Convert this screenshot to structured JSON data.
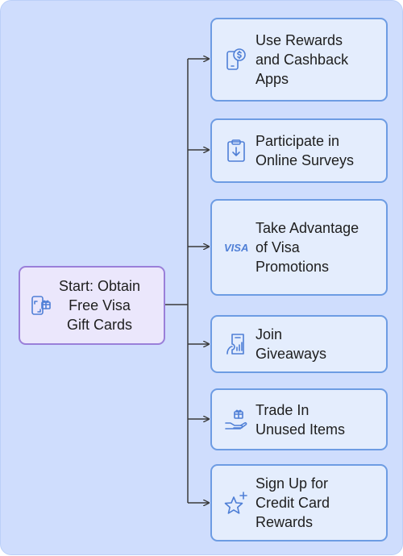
{
  "diagram": {
    "start": {
      "label": "Start: Obtain\nFree Visa\nGift Cards",
      "icon": "phone-gift-icon"
    },
    "options": [
      {
        "label": "Use Rewards\nand Cashback\nApps",
        "icon": "phone-dollar-icon"
      },
      {
        "label": "Participate in\nOnline Surveys",
        "icon": "clipboard-download-icon"
      },
      {
        "label": "Take Advantage\nof Visa\nPromotions",
        "icon": "visa-icon",
        "icon_text": "VISA"
      },
      {
        "label": "Join\nGiveaways",
        "icon": "ticket-chart-icon"
      },
      {
        "label": "Trade In\nUnused Items",
        "icon": "hand-gift-icon"
      },
      {
        "label": "Sign Up for\nCredit Card\nRewards",
        "icon": "star-plus-icon"
      }
    ]
  },
  "colors": {
    "background": "#cfddfd",
    "node_fill": "#e4edfd",
    "node_border": "#6d9ce3",
    "start_fill": "#ebe7fc",
    "start_border": "#9a7fd9",
    "connector": "#3a3a3a",
    "icon": "#4f7fd6"
  }
}
